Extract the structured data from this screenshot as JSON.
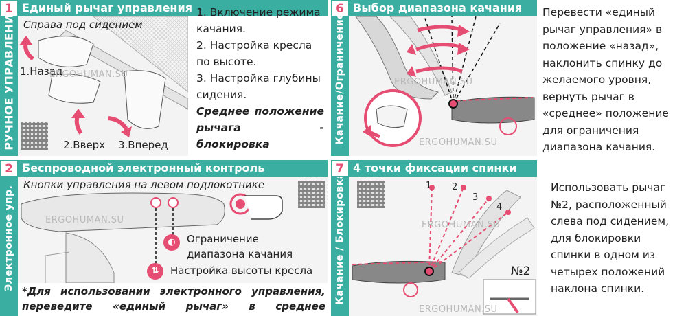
{
  "panel1": {
    "number": "1",
    "title": "Единый рычаг управления",
    "sidebar": "РУЧНОЕ УПРАВЛЕНИЕ",
    "subtitle": "Справа под сидением",
    "labels": {
      "back": "1.Назад",
      "up": "2.Вверх",
      "forward": "3.Вперед"
    },
    "watermark": "ERGOHUMAN.SU",
    "items": [
      "1. Включение режима качания.",
      "2. Настройка кресла по высоте.",
      "3. Настройка глубины сидения."
    ],
    "note": "Среднее положение рычага - блокировка функций и настроек."
  },
  "panel6": {
    "number": "6",
    "title": "Выбор диапазона качания",
    "sidebar": "Качание/Ограничение",
    "watermark1": "ERGOHUMAN.SU",
    "watermark2": "ERGOHUMAN.SU",
    "text": "Перевести «единый рычаг управления» в положение «назад», наклонить спинку до желаемого уровня, вернуть рычаг в «среднее» положение для ограничения диапазона качания."
  },
  "panel2": {
    "number": "2",
    "title": "Беспроводной электронный контроль",
    "sidebar": "Электронное упр.",
    "subtitle": "Кнопки управления на левом подлокотнике",
    "watermark": "ERGOHUMAN.SU",
    "label_limit": "Ограничение диапазона качания",
    "label_height": "Настройка высоты кресла",
    "note": "*Для использовании электронного управления, переведите «единый рычаг» в среднее положение."
  },
  "panel7": {
    "number": "7",
    "title": "4 точки фиксации спинки",
    "sidebar": "Качание / Блокировка",
    "points": [
      "1",
      "2",
      "3",
      "4"
    ],
    "lever_label": "№2",
    "watermark1": "ERGOHUMAN.SU",
    "watermark2": "ERGOHUMAN.SU",
    "text": "Использовать рычаг №2, расположенный слева под сидением, для блокировки спинки в одном из четырех положений наклона спинки."
  },
  "colors": {
    "teal": "#3aaea0",
    "pink": "#e64d72"
  }
}
